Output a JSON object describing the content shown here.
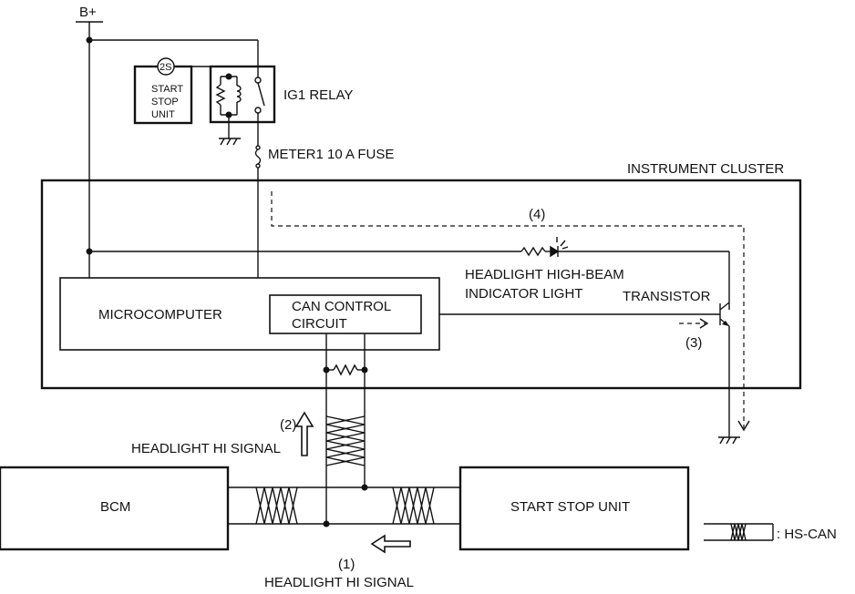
{
  "labels": {
    "b_plus": "B+",
    "start_stop_unit_small": [
      "START",
      "STOP",
      "UNIT"
    ],
    "connector_2s": "2S",
    "ig1_relay": "IG1 RELAY",
    "meter1_fuse": "METER1 10 A FUSE",
    "instrument_cluster": "INSTRUMENT CLUSTER",
    "step4": "(4)",
    "indicator_light": [
      "HEADLIGHT HIGH-BEAM",
      "INDICATOR LIGHT"
    ],
    "transistor": "TRANSISTOR",
    "step3": "(3)",
    "microcomputer": "MICROCOMPUTER",
    "can_control": [
      "CAN CONTROL",
      "CIRCUIT"
    ],
    "step2": "(2)",
    "headlight_hi_signal_2": "HEADLIGHT HI SIGNAL",
    "bcm": "BCM",
    "start_stop_unit": "START STOP UNIT",
    "hs_can": ": HS-CAN",
    "step1": "(1)",
    "headlight_hi_signal_1": "HEADLIGHT HI SIGNAL"
  }
}
